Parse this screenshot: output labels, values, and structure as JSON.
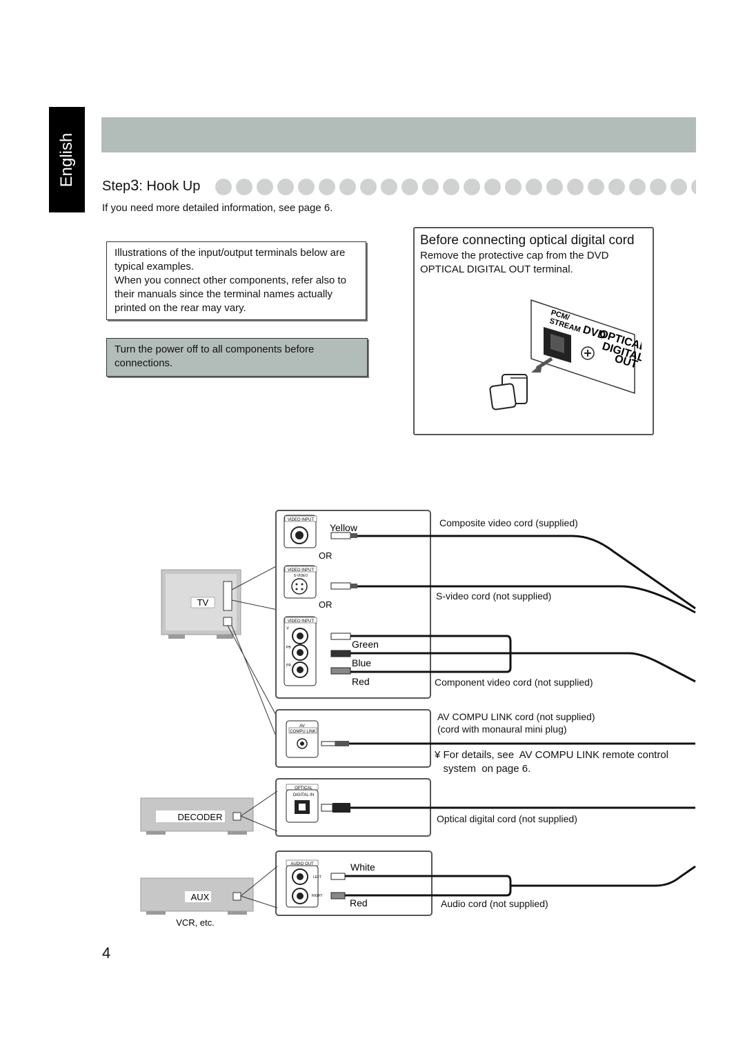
{
  "language_tab": "English",
  "step": {
    "prefix": "Step",
    "number": "3",
    "title": ": Hook Up"
  },
  "intro": "If you need more detailed information, see page 6.",
  "notes": {
    "typical": [
      "Illustrations of the input/output terminals below are",
      "typical examples.",
      "When you connect other components, refer also to",
      "their manuals since the terminal names actually",
      "printed on the rear may vary."
    ],
    "power": [
      "Turn the power off to all components before",
      "connections."
    ]
  },
  "optical": {
    "title": "Before connecting optical digital cord",
    "text": [
      "Remove the protective cap from the DVD",
      "OPTICAL DIGITAL OUT terminal."
    ],
    "panel": {
      "pcm": "PCM/",
      "stream": "STREAM",
      "dvd": "DVD",
      "optical": "OPTICAL",
      "digital": "DIGITAL",
      "out": "OUT"
    }
  },
  "terminals": {
    "video_input": "VIDEO INPUT",
    "s_video": "S-VIDEO",
    "y": "Y",
    "pb": "PB",
    "pr": "PR",
    "av": "AV",
    "compu_link": "COMPU LINK",
    "optical": "OPTICAL",
    "digital_in": "DIGITAL IN",
    "audio_out": "AUDIO OUT",
    "left": "LEFT",
    "right": "RIGHT"
  },
  "plug_colors": {
    "yellow": "Yellow",
    "green": "Green",
    "blue": "Blue",
    "red": "Red",
    "white": "White"
  },
  "or_label": "OR",
  "cords": {
    "composite": "Composite video cord (supplied)",
    "svideo": "S-video cord (not supplied)",
    "component": "Component video cord (not supplied)",
    "compu_link": [
      "AV COMPU LINK cord (not supplied)",
      "(cord with monaural mini plug)"
    ],
    "optical": "Optical digital cord (not supplied)",
    "audio": "Audio cord (not supplied)"
  },
  "detail_note": [
    "¥ For details, see  AV COMPU LINK remote control",
    "   system  on page 6."
  ],
  "devices": {
    "tv": "TV",
    "decoder": "DECODER",
    "aux": "AUX",
    "vcr": "VCR, etc."
  },
  "page_number": "4",
  "colors": {
    "header_bar": "#b2bcb8",
    "note_fill": "#b2bcb8",
    "device_gray": "#c7c7c7",
    "dot": "#cfd2d0"
  }
}
